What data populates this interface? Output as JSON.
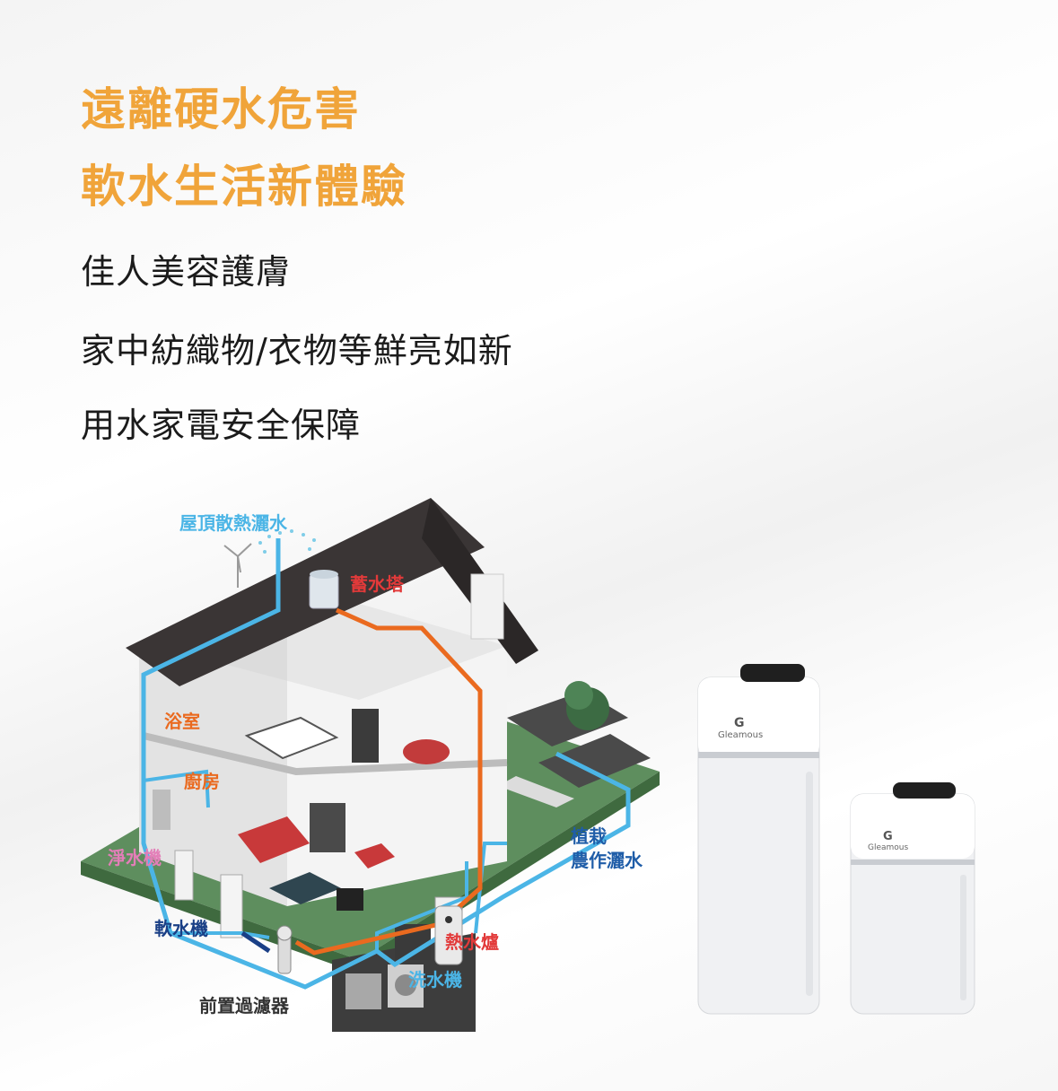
{
  "headline": {
    "line1": "遠離硬水危害",
    "line2": "軟水生活新體驗"
  },
  "benefits": [
    "佳人美容護膚",
    "家中紡織物/衣物等鮮亮如新",
    "用水家電安全保障"
  ],
  "diagram": {
    "labels": {
      "roof": "屋頂散熱灑水",
      "tank": "蓄水塔",
      "bathroom": "浴室",
      "kitchen": "廚房",
      "purifier": "淨水機",
      "softener": "軟水機",
      "prefilter": "前置過濾器",
      "heater": "熱水爐",
      "washer": "洗水機",
      "irrigation_1": "植栽",
      "irrigation_2": "農作灑水"
    }
  },
  "product": {
    "brand": "Gleamous",
    "logo_letter": "G"
  },
  "colors": {
    "headline": "#f0a43a",
    "body_text": "#1b1b1b",
    "cold_pipe": "#4bb5e6",
    "hot_pipe": "#ea6a1f",
    "roof": "#3a3535",
    "lawn": "#5e8e5e"
  }
}
